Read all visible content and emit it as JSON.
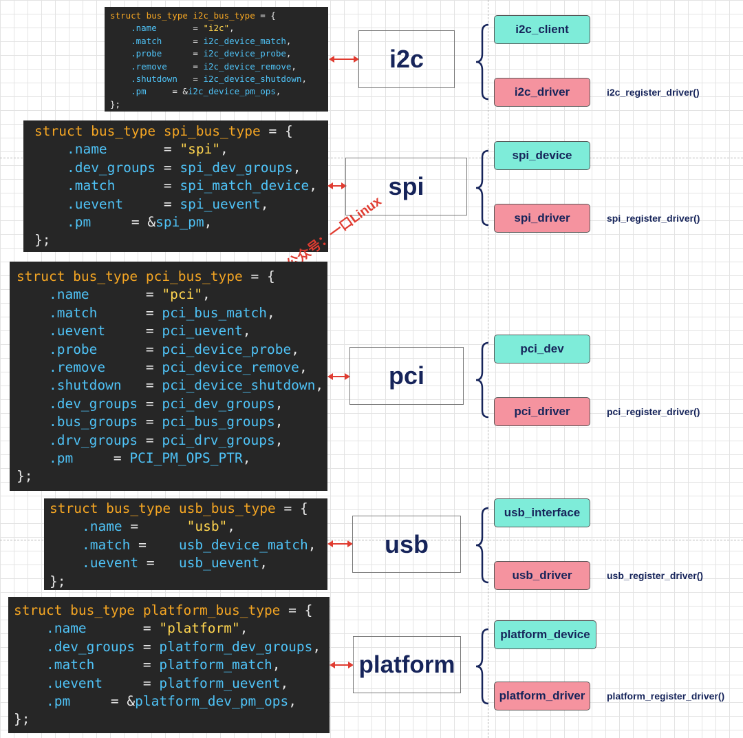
{
  "watermark": "公众号：一口Linux",
  "buses": [
    {
      "id": "i2c",
      "label": "i2c",
      "color": "#b6f978",
      "code": [
        [
          [
            "kw",
            "struct bus_type i2c_bus_type"
          ],
          [
            "op",
            " = {"
          ]
        ],
        [
          [
            "op",
            "    "
          ],
          [
            "fld",
            ".name"
          ],
          [
            "op",
            "       = "
          ],
          [
            "str",
            "\"i2c\""
          ],
          [
            "op",
            ","
          ]
        ],
        [
          [
            "op",
            "    "
          ],
          [
            "fld",
            ".match"
          ],
          [
            "op",
            "      = "
          ],
          [
            "val",
            "i2c_device_match"
          ],
          [
            "op",
            ","
          ]
        ],
        [
          [
            "op",
            "    "
          ],
          [
            "fld",
            ".probe"
          ],
          [
            "op",
            "      = "
          ],
          [
            "val",
            "i2c_device_probe"
          ],
          [
            "op",
            ","
          ]
        ],
        [
          [
            "op",
            "    "
          ],
          [
            "fld",
            ".remove"
          ],
          [
            "op",
            "     = "
          ],
          [
            "val",
            "i2c_device_remove"
          ],
          [
            "op",
            ","
          ]
        ],
        [
          [
            "op",
            "    "
          ],
          [
            "fld",
            ".shutdown"
          ],
          [
            "op",
            "   = "
          ],
          [
            "val",
            "i2c_device_shutdown"
          ],
          [
            "op",
            ","
          ]
        ],
        [
          [
            "op",
            "    "
          ],
          [
            "fld",
            ".pm"
          ],
          [
            "op",
            "     = &"
          ],
          [
            "val",
            "i2c_device_pm_ops"
          ],
          [
            "op",
            ","
          ]
        ],
        [
          [
            "op",
            "};"
          ]
        ]
      ],
      "device": "i2c_client",
      "driver": "i2c_driver",
      "register": "i2c_register_driver()"
    },
    {
      "id": "spi",
      "label": "spi",
      "color": "#fba8fb",
      "code": [
        [
          [
            "kw",
            "struct bus_type spi_bus_type"
          ],
          [
            "op",
            " = {"
          ]
        ],
        [
          [
            "op",
            "    "
          ],
          [
            "fld",
            ".name"
          ],
          [
            "op",
            "       = "
          ],
          [
            "str",
            "\"spi\""
          ],
          [
            "op",
            ","
          ]
        ],
        [
          [
            "op",
            "    "
          ],
          [
            "fld",
            ".dev_groups"
          ],
          [
            "op",
            " = "
          ],
          [
            "val",
            "spi_dev_groups"
          ],
          [
            "op",
            ","
          ]
        ],
        [
          [
            "op",
            "    "
          ],
          [
            "fld",
            ".match"
          ],
          [
            "op",
            "      = "
          ],
          [
            "val",
            "spi_match_device"
          ],
          [
            "op",
            ","
          ]
        ],
        [
          [
            "op",
            "    "
          ],
          [
            "fld",
            ".uevent"
          ],
          [
            "op",
            "     = "
          ],
          [
            "val",
            "spi_uevent"
          ],
          [
            "op",
            ","
          ]
        ],
        [
          [
            "op",
            "    "
          ],
          [
            "fld",
            ".pm"
          ],
          [
            "op",
            "     = &"
          ],
          [
            "val",
            "spi_pm"
          ],
          [
            "op",
            ","
          ]
        ],
        [
          [
            "op",
            "};"
          ]
        ]
      ],
      "device": "spi_device",
      "driver": "spi_driver",
      "register": "spi_register_driver()"
    },
    {
      "id": "pci",
      "label": "pci",
      "color": "#4bfbfb",
      "code": [
        [
          [
            "kw",
            "struct bus_type pci_bus_type"
          ],
          [
            "op",
            " = {"
          ]
        ],
        [
          [
            "op",
            "    "
          ],
          [
            "fld",
            ".name"
          ],
          [
            "op",
            "       = "
          ],
          [
            "str",
            "\"pci\""
          ],
          [
            "op",
            ","
          ]
        ],
        [
          [
            "op",
            "    "
          ],
          [
            "fld",
            ".match"
          ],
          [
            "op",
            "      = "
          ],
          [
            "val",
            "pci_bus_match"
          ],
          [
            "op",
            ","
          ]
        ],
        [
          [
            "op",
            "    "
          ],
          [
            "fld",
            ".uevent"
          ],
          [
            "op",
            "     = "
          ],
          [
            "val",
            "pci_uevent"
          ],
          [
            "op",
            ","
          ]
        ],
        [
          [
            "op",
            "    "
          ],
          [
            "fld",
            ".probe"
          ],
          [
            "op",
            "      = "
          ],
          [
            "val",
            "pci_device_probe"
          ],
          [
            "op",
            ","
          ]
        ],
        [
          [
            "op",
            "    "
          ],
          [
            "fld",
            ".remove"
          ],
          [
            "op",
            "     = "
          ],
          [
            "val",
            "pci_device_remove"
          ],
          [
            "op",
            ","
          ]
        ],
        [
          [
            "op",
            "    "
          ],
          [
            "fld",
            ".shutdown"
          ],
          [
            "op",
            "   = "
          ],
          [
            "val",
            "pci_device_shutdown"
          ],
          [
            "op",
            ","
          ]
        ],
        [
          [
            "op",
            "    "
          ],
          [
            "fld",
            ".dev_groups"
          ],
          [
            "op",
            " = "
          ],
          [
            "val",
            "pci_dev_groups"
          ],
          [
            "op",
            ","
          ]
        ],
        [
          [
            "op",
            "    "
          ],
          [
            "fld",
            ".bus_groups"
          ],
          [
            "op",
            " = "
          ],
          [
            "val",
            "pci_bus_groups"
          ],
          [
            "op",
            ","
          ]
        ],
        [
          [
            "op",
            "    "
          ],
          [
            "fld",
            ".drv_groups"
          ],
          [
            "op",
            " = "
          ],
          [
            "val",
            "pci_drv_groups"
          ],
          [
            "op",
            ","
          ]
        ],
        [
          [
            "op",
            "    "
          ],
          [
            "fld",
            ".pm"
          ],
          [
            "op",
            "     = "
          ],
          [
            "val",
            "PCI_PM_OPS_PTR"
          ],
          [
            "op",
            ","
          ]
        ],
        [
          [
            "op",
            "};"
          ]
        ]
      ],
      "device": "pci_dev",
      "driver": "pci_driver",
      "register": "pci_register_driver()"
    },
    {
      "id": "usb",
      "label": "usb",
      "color": "#a9a9fc",
      "code": [
        [
          [
            "kw",
            "struct bus_type usb_bus_type"
          ],
          [
            "op",
            " = {"
          ]
        ],
        [
          [
            "op",
            "    "
          ],
          [
            "fld",
            ".name"
          ],
          [
            "op",
            " =      "
          ],
          [
            "str",
            "\"usb\""
          ],
          [
            "op",
            ","
          ]
        ],
        [
          [
            "op",
            "    "
          ],
          [
            "fld",
            ".match"
          ],
          [
            "op",
            " =    "
          ],
          [
            "val",
            "usb_device_match"
          ],
          [
            "op",
            ","
          ]
        ],
        [
          [
            "op",
            "    "
          ],
          [
            "fld",
            ".uevent"
          ],
          [
            "op",
            " =   "
          ],
          [
            "val",
            "usb_uevent"
          ],
          [
            "op",
            ","
          ]
        ],
        [
          [
            "op",
            "};"
          ]
        ]
      ],
      "device": "usb_interface",
      "driver": "usb_driver",
      "register": "usb_register_driver()"
    },
    {
      "id": "platform",
      "label": "platform",
      "color": "#fbfb8c",
      "code": [
        [
          [
            "kw",
            "struct bus_type platform_bus_type"
          ],
          [
            "op",
            " = {"
          ]
        ],
        [
          [
            "op",
            "    "
          ],
          [
            "fld",
            ".name"
          ],
          [
            "op",
            "       = "
          ],
          [
            "str",
            "\"platform\""
          ],
          [
            "op",
            ","
          ]
        ],
        [
          [
            "op",
            "    "
          ],
          [
            "fld",
            ".dev_groups"
          ],
          [
            "op",
            " = "
          ],
          [
            "val",
            "platform_dev_groups"
          ],
          [
            "op",
            ","
          ]
        ],
        [
          [
            "op",
            "    "
          ],
          [
            "fld",
            ".match"
          ],
          [
            "op",
            "      = "
          ],
          [
            "val",
            "platform_match"
          ],
          [
            "op",
            ","
          ]
        ],
        [
          [
            "op",
            "    "
          ],
          [
            "fld",
            ".uevent"
          ],
          [
            "op",
            "     = "
          ],
          [
            "val",
            "platform_uevent"
          ],
          [
            "op",
            ","
          ]
        ],
        [
          [
            "op",
            "    "
          ],
          [
            "fld",
            ".pm"
          ],
          [
            "op",
            "     = &"
          ],
          [
            "val",
            "platform_dev_pm_ops"
          ],
          [
            "op",
            ","
          ]
        ],
        [
          [
            "op",
            "};"
          ]
        ]
      ],
      "device": "platform_device",
      "driver": "platform_driver",
      "register": "platform_register_driver()"
    }
  ]
}
